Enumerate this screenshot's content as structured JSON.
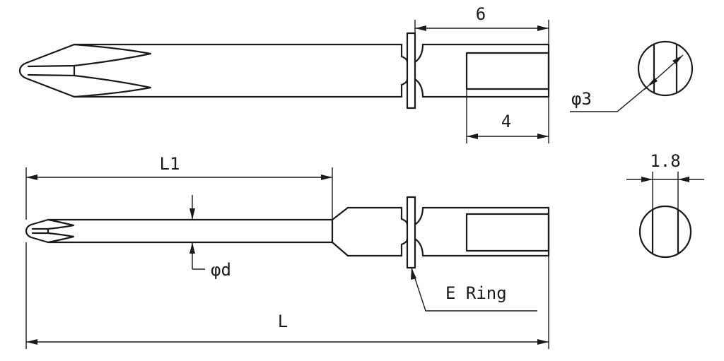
{
  "dimensions": {
    "top_hex_length": "6",
    "top_flat_length": "4",
    "tip_diameter": "φ3",
    "flat_width": "1.8",
    "L1": "L1",
    "shank_diameter": "φd",
    "overall_length": "L",
    "ring_label": "E Ring"
  }
}
